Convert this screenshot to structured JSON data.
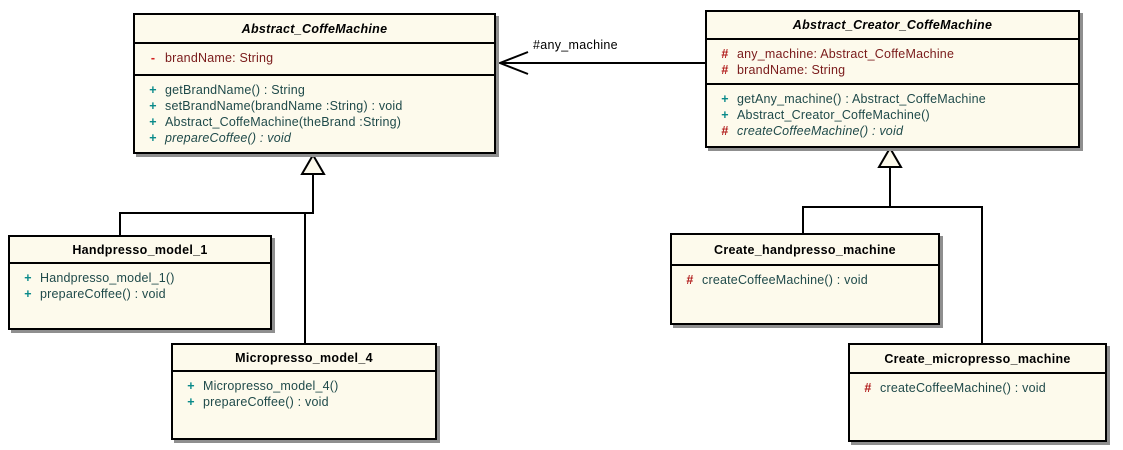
{
  "diagram_type": "UML class diagram (Factory Method pattern)",
  "colors": {
    "box_fill": "#FDFAEC",
    "box_border": "#000000",
    "shadow": "#8f8f8f",
    "attribute_text": "#7a1b1b",
    "method_text": "#1f4a4a",
    "plus_marker": "#0a8a8a",
    "hash_marker": "#b01818",
    "line": "#000000"
  },
  "classes": [
    {
      "name": "Abstract_CoffeMachine",
      "abstract": true,
      "attributes": [
        {
          "marker": "-",
          "text": "brandName: String"
        }
      ],
      "methods": [
        {
          "marker": "+",
          "text": "getBrandName() : String"
        },
        {
          "marker": "+",
          "text": "setBrandName(brandName :String) : void"
        },
        {
          "marker": "+",
          "text": "Abstract_CoffeMachine(theBrand :String)"
        },
        {
          "marker": "+",
          "text": "prepareCoffee() : void",
          "italic": true
        }
      ]
    },
    {
      "name": "Abstract_Creator_CoffeMachine",
      "abstract": true,
      "attributes": [
        {
          "marker": "#",
          "text": "any_machine: Abstract_CoffeMachine"
        },
        {
          "marker": "#",
          "text": "brandName: String"
        }
      ],
      "methods": [
        {
          "marker": "+",
          "text": "getAny_machine() : Abstract_CoffeMachine"
        },
        {
          "marker": "+",
          "text": "Abstract_Creator_CoffeMachine()"
        },
        {
          "marker": "#",
          "text": "createCoffeeMachine() : void",
          "italic": true
        }
      ]
    },
    {
      "name": "Handpresso_model_1",
      "abstract": false,
      "attributes": [],
      "methods": [
        {
          "marker": "+",
          "text": "Handpresso_model_1()"
        },
        {
          "marker": "+",
          "text": "prepareCoffee() : void"
        }
      ]
    },
    {
      "name": "Micropresso_model_4",
      "abstract": false,
      "attributes": [],
      "methods": [
        {
          "marker": "+",
          "text": "Micropresso_model_4()"
        },
        {
          "marker": "+",
          "text": "prepareCoffee() : void"
        }
      ]
    },
    {
      "name": "Create_handpresso_machine",
      "abstract": false,
      "attributes": [],
      "methods": [
        {
          "marker": "#",
          "text": "createCoffeeMachine() : void"
        }
      ]
    },
    {
      "name": "Create_micropresso_machine",
      "abstract": false,
      "attributes": [],
      "methods": [
        {
          "marker": "#",
          "text": "createCoffeeMachine() : void"
        }
      ]
    }
  ],
  "connectors": {
    "association": {
      "label": "#any_machine",
      "from": "Abstract_Creator_CoffeMachine",
      "to": "Abstract_CoffeMachine",
      "type": "directed association (open arrow)"
    },
    "generalizations": [
      {
        "from": "Handpresso_model_1",
        "to": "Abstract_CoffeMachine"
      },
      {
        "from": "Micropresso_model_4",
        "to": "Abstract_CoffeMachine"
      },
      {
        "from": "Create_handpresso_machine",
        "to": "Abstract_Creator_CoffeMachine"
      },
      {
        "from": "Create_micropresso_machine",
        "to": "Abstract_Creator_CoffeMachine"
      }
    ]
  }
}
